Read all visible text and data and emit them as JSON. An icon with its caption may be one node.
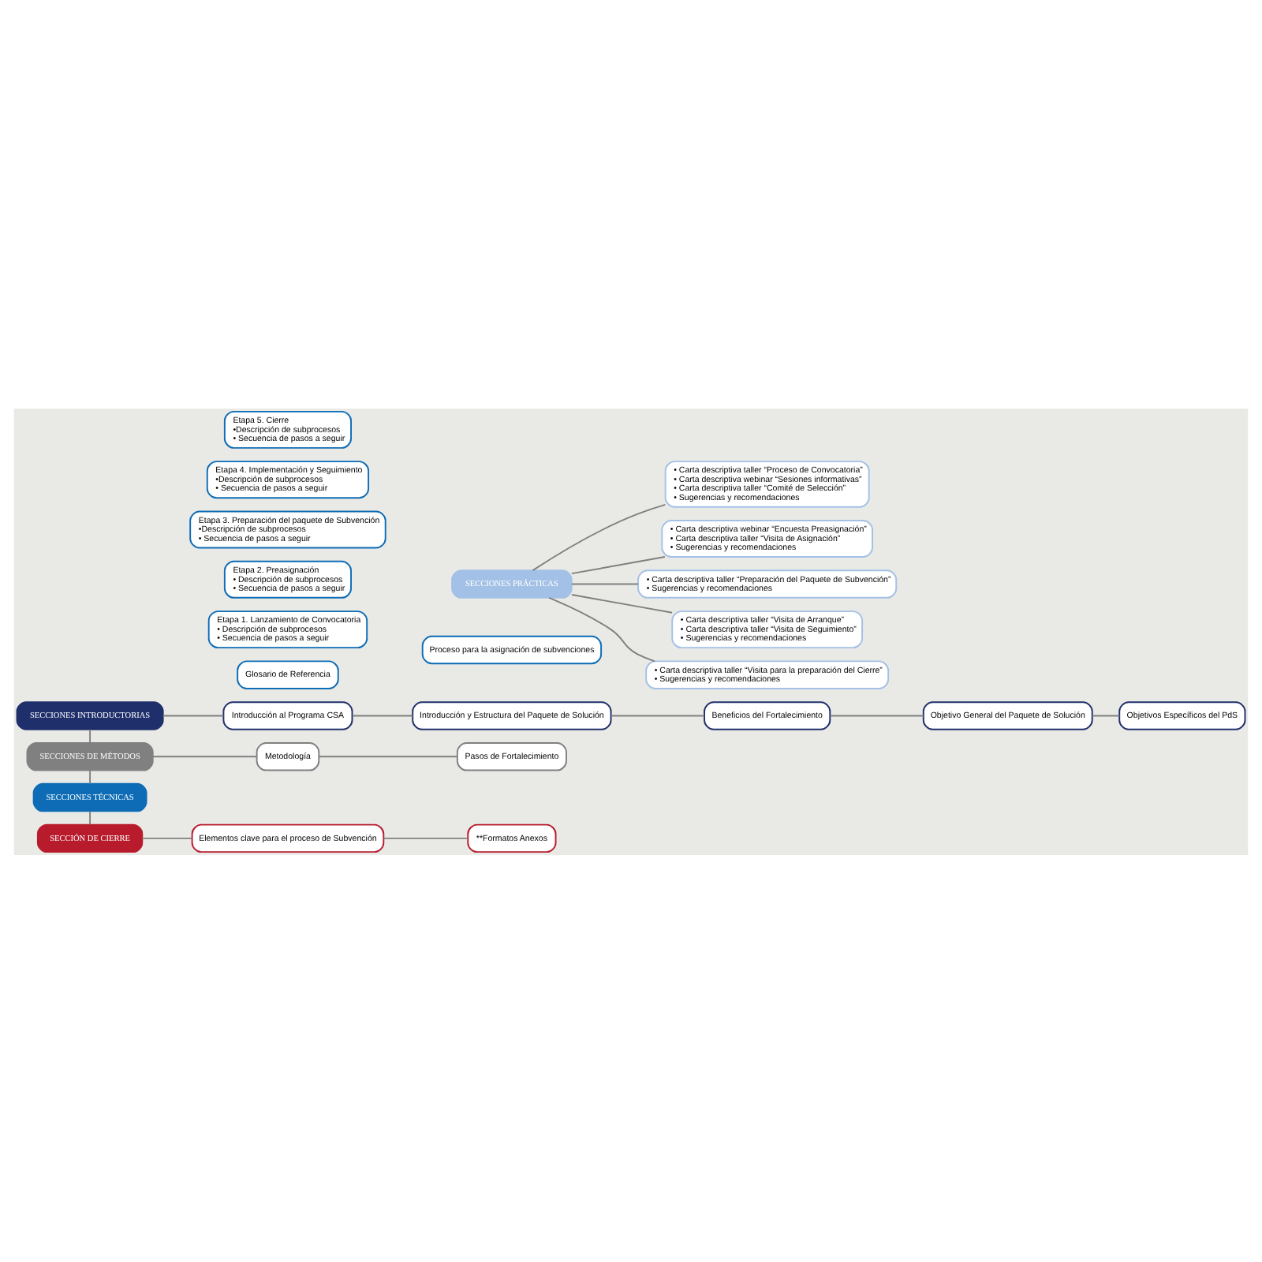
{
  "diagram": {
    "nodes": [
      {
        "text": [
          "SECCIONES INTRODUCTORIAS"
        ]
      },
      {
        "text": [
          "Introducción al Programa CSA"
        ]
      },
      {
        "text": [
          "Introducción y Estructura del Paquete de Solución"
        ]
      },
      {
        "text": [
          "Beneficios del Fortalecimiento"
        ]
      },
      {
        "text": [
          "Objetivo General del Paquete de Solución"
        ]
      },
      {
        "text": [
          "Objetivos Específicos del PdS"
        ]
      },
      {
        "text": [
          "SECCIONES DE MÉTODOS"
        ]
      },
      {
        "text": [
          "Metodología"
        ]
      },
      {
        "text": [
          "Pasos de Fortalecimiento"
        ]
      },
      {
        "text": [
          "SECCIONES TÉCNICAS"
        ]
      },
      {
        "text": [
          "Glosario de Referencia"
        ]
      },
      {
        "text": [
          "Proceso para la asignación de subvenciones"
        ]
      },
      {
        "text": [
          "Etapa 1. Lanzamiento de Convocatoria",
          "• Descripción de subprocesos",
          "• Secuencia de pasos a seguir"
        ]
      },
      {
        "text": [
          "Etapa 2. Preasignación",
          "• Descripción de subprocesos",
          "• Secuencia de pasos a seguir"
        ]
      },
      {
        "text": [
          "Etapa 3. Preparación del paquete de Subvención",
          "•Descripción de subprocesos",
          "• Secuencia de pasos a seguir"
        ]
      },
      {
        "text": [
          "Etapa 4. Implementación y Seguimiento",
          "•Descripción de subprocesos",
          "• Secuencia de pasos a seguir"
        ]
      },
      {
        "text": [
          "Etapa 5. Cierre",
          "•Descripción de subprocesos",
          "• Secuencia de pasos a seguir"
        ]
      },
      {
        "text": [
          "SECCIONES PRÁCTICAS"
        ]
      },
      {
        "text": [
          "• Carta descriptiva taller “Proceso de Convocatoria”",
          "• Carta descriptiva webinar “Sesiones informativas”",
          "• Carta descriptiva taller “Comité de Selección”",
          "• Sugerencias y recomendaciones"
        ]
      },
      {
        "text": [
          "• Carta descriptiva webinar “Encuesta Preasignación”",
          "• Carta descriptiva taller “Visita de Asignación”",
          "• Sugerencias y recomendaciones"
        ]
      },
      {
        "text": [
          "• Carta descriptiva taller “Preparación del Paquete de Subvención”",
          "• Sugerencias y recomendaciones"
        ]
      },
      {
        "text": [
          "• Carta descriptiva taller “Visita de Arranque”",
          "• Carta descriptiva taller “Visita de Seguimiento”",
          "• Sugerencias y recomendaciones"
        ]
      },
      {
        "text": [
          "• Carta descriptiva taller “Visita para la preparación del Cierre”",
          "• Sugerencias y recomendaciones"
        ]
      },
      {
        "text": [
          "SECCIÓN DE CIERRE"
        ]
      },
      {
        "text": [
          "Elementos clave para el proceso de Subvención"
        ]
      },
      {
        "text": [
          "**Formatos Anexos"
        ]
      }
    ],
    "edges": [
      {
        "from": 0,
        "to": 1,
        "arrow": "none"
      },
      {
        "from": 1,
        "to": 2,
        "arrow": "none"
      },
      {
        "from": 2,
        "to": 3,
        "arrow": "none"
      },
      {
        "from": 3,
        "to": 4,
        "arrow": "none"
      },
      {
        "from": 4,
        "to": 5,
        "arrow": "none"
      },
      {
        "from": 0,
        "to": 6,
        "arrow": "none"
      },
      {
        "from": 6,
        "to": 7,
        "arrow": "none"
      },
      {
        "from": 7,
        "to": 8,
        "arrow": "none"
      },
      {
        "from": 6,
        "to": 9,
        "arrow": "none"
      },
      {
        "from": 17,
        "to": 18,
        "arrow": "none"
      },
      {
        "from": 17,
        "to": 19,
        "arrow": "none"
      },
      {
        "from": 17,
        "to": 20,
        "arrow": "none"
      },
      {
        "from": 17,
        "to": 21,
        "arrow": "none"
      },
      {
        "from": 17,
        "to": 22,
        "arrow": "none"
      },
      {
        "from": 9,
        "to": 23,
        "arrow": "none"
      },
      {
        "from": 23,
        "to": 24,
        "arrow": "none"
      },
      {
        "from": 24,
        "to": 25,
        "arrow": "none"
      }
    ]
  }
}
